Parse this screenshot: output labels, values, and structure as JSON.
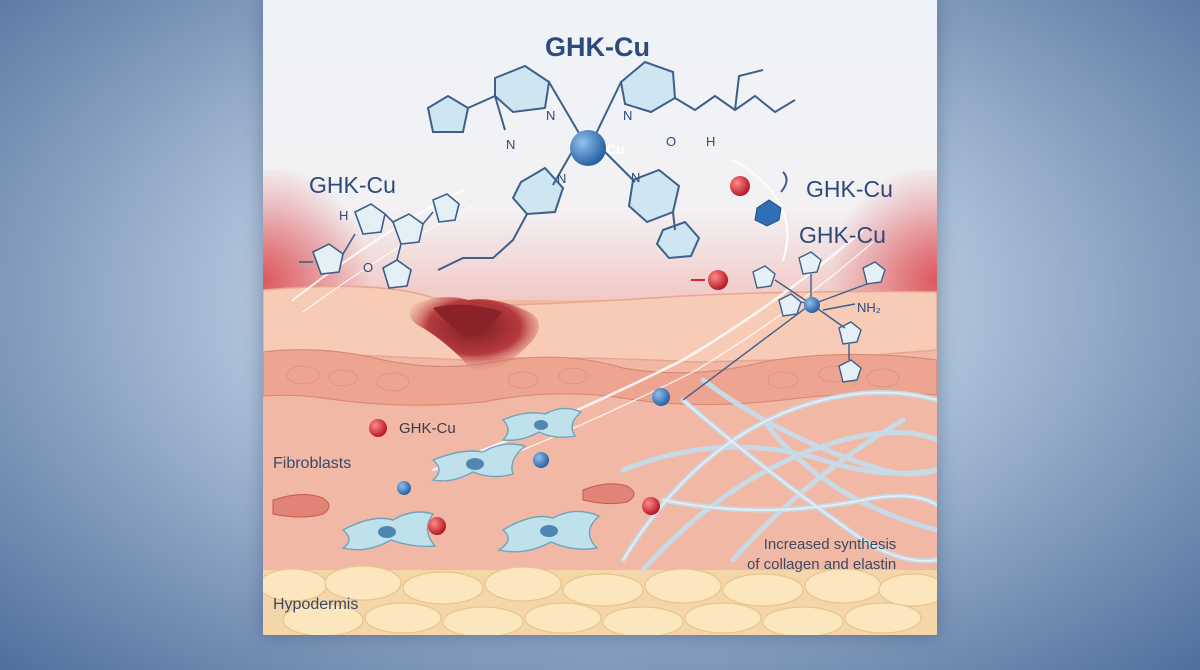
{
  "title": "GHK-Cu",
  "copper_label": "Cu",
  "labels": {
    "ghk_left": "GHK-Cu",
    "ghk_right_1": "GHK-Cu",
    "ghk_right_2": "GHK-Cu",
    "ghk_small": "GHK-Cu",
    "fibroblasts": "Fibroblasts",
    "hypodermis": "Hypodermis",
    "synthesis_line1": "Increased synthesis",
    "synthesis_line2": "of collagen and elastin"
  },
  "atom_labels": {
    "n1": "N",
    "n2": "N",
    "n3": "N",
    "n4": "N",
    "n5": "N",
    "o1": "O",
    "h1": "H",
    "h2": "H",
    "o2": "O",
    "nh2": "NH₂"
  },
  "colors": {
    "skin": "#f2b8a4",
    "epidermis": "#f6c9b4",
    "wound": "#a8323a",
    "fibroblast": "#bfe1ec",
    "copper_ion": "#2f6fb3",
    "red_particle": "#d42a35",
    "collagen": "#cfe3ef",
    "fat": "#f7dcaa"
  }
}
